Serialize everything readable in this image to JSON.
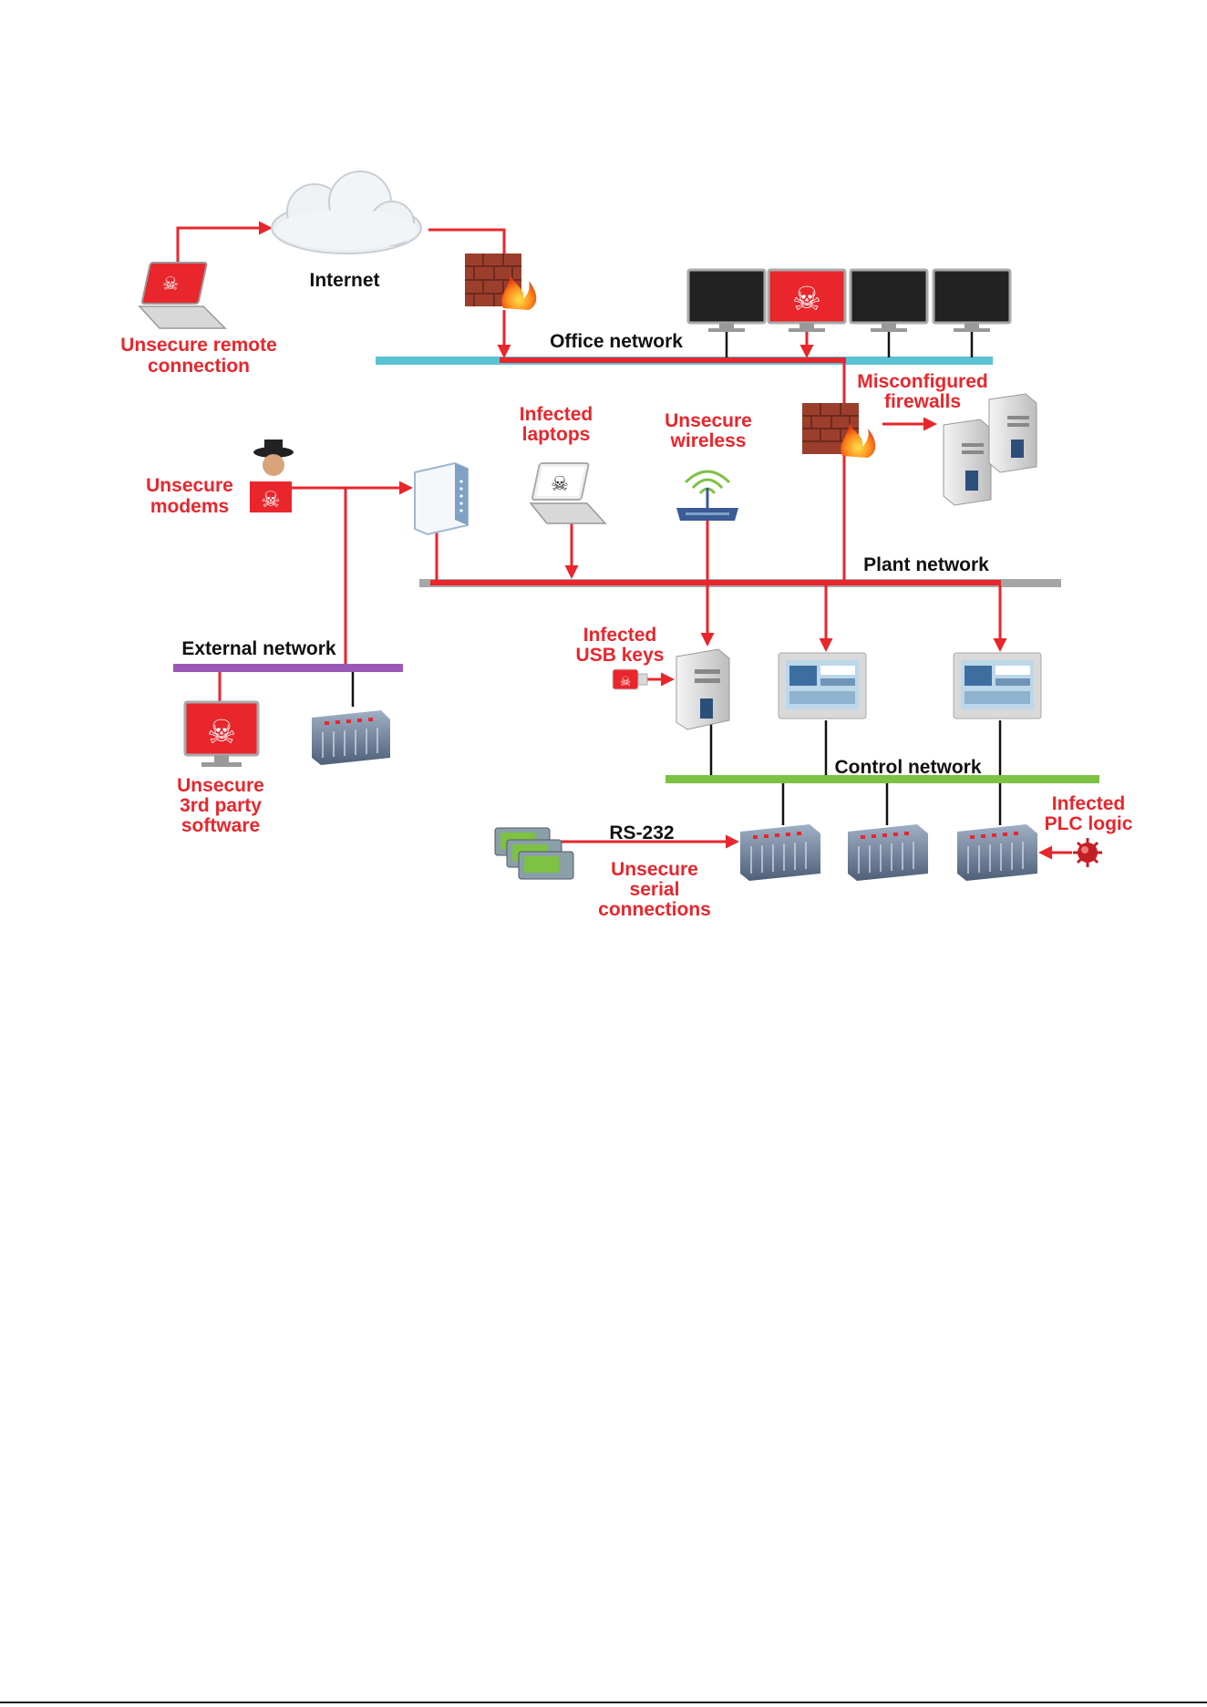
{
  "labels": {
    "internet": "Internet",
    "unsecure_remote_1": "Unsecure remote",
    "unsecure_remote_2": "connection",
    "office_network": "Office network",
    "misconfigured_1": "Misconfigured",
    "misconfigured_2": "firewalls",
    "infected_laptops_1": "Infected",
    "infected_laptops_2": "laptops",
    "unsecure_wireless_1": "Unsecure",
    "unsecure_wireless_2": "wireless",
    "unsecure_modems_1": "Unsecure",
    "unsecure_modems_2": "modems",
    "plant_network": "Plant network",
    "external_network": "External network",
    "infected_usb_1": "Infected",
    "infected_usb_2": "USB keys",
    "control_network": "Control network",
    "unsecure_3rd_1": "Unsecure",
    "unsecure_3rd_2": "3rd party",
    "unsecure_3rd_3": "software",
    "infected_plc_1": "Infected",
    "infected_plc_2": "PLC logic",
    "rs232": "RS-232",
    "serial_1": "Unsecure",
    "serial_2": "serial",
    "serial_3": "connections"
  },
  "colors": {
    "threat": "#e8262c",
    "office_bus": "#5bc2d4",
    "plant_bus": "#a6a6a6",
    "external_bus": "#9b59b6",
    "control_bus": "#7dc242"
  }
}
